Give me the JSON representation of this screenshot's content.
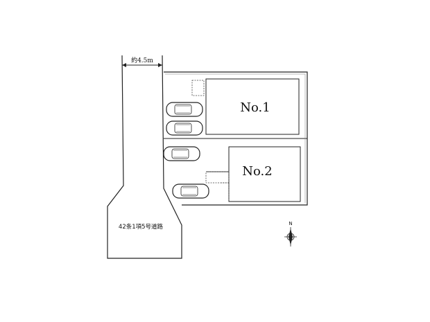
{
  "site_plan": {
    "road_width_label": "約4.5m",
    "road_designation_label": "42条1項5号道路",
    "lots": [
      {
        "label": "No.1"
      },
      {
        "label": "No.2"
      }
    ],
    "compass": {
      "north_label": "N"
    },
    "parking_spaces": 4
  }
}
